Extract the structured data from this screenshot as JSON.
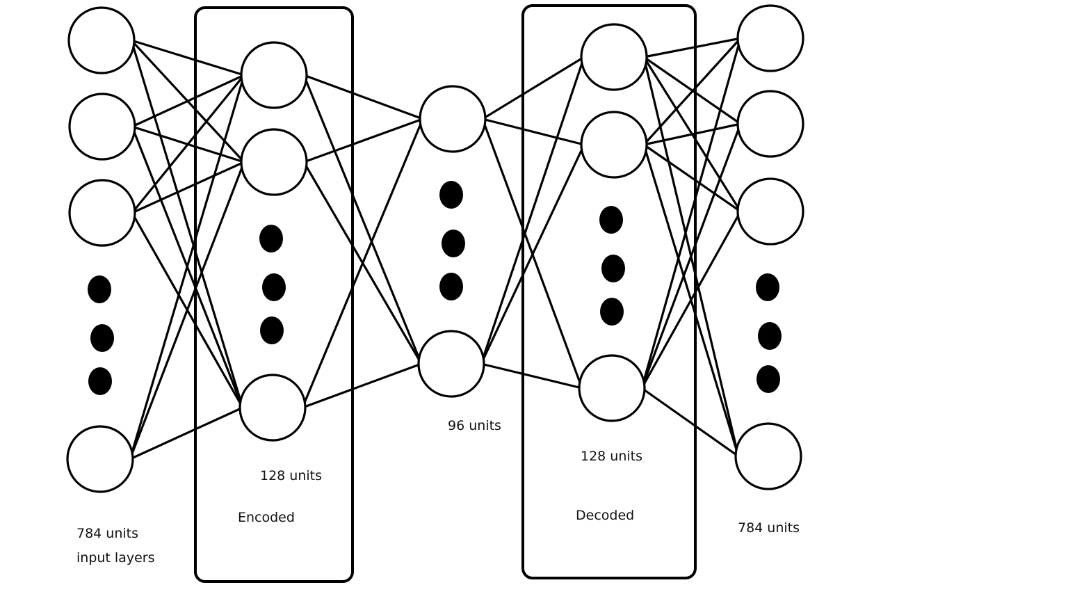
{
  "colors": {
    "background": "#ffffff",
    "stroke": "#000000",
    "dot": "#000000"
  },
  "diagram": {
    "type": "autoencoder-network",
    "layers": [
      {
        "id": "input",
        "units_label": "784 units",
        "caption": "input layers",
        "visible_nodes": 4,
        "ellipsis_dots": 3,
        "boxed": false
      },
      {
        "id": "encoded",
        "units_label": "128 units",
        "caption": "Encoded",
        "visible_nodes": 3,
        "ellipsis_dots": 3,
        "boxed": true
      },
      {
        "id": "bottleneck",
        "units_label": "96 units",
        "caption": "",
        "visible_nodes": 2,
        "ellipsis_dots": 3,
        "boxed": false
      },
      {
        "id": "decoded",
        "units_label": "128 units",
        "caption": "Decoded",
        "visible_nodes": 3,
        "ellipsis_dots": 3,
        "boxed": true
      },
      {
        "id": "output",
        "units_label": "784 units",
        "caption": "",
        "visible_nodes": 4,
        "ellipsis_dots": 3,
        "boxed": false
      }
    ],
    "connectivity": "fully-connected between adjacent layers"
  }
}
